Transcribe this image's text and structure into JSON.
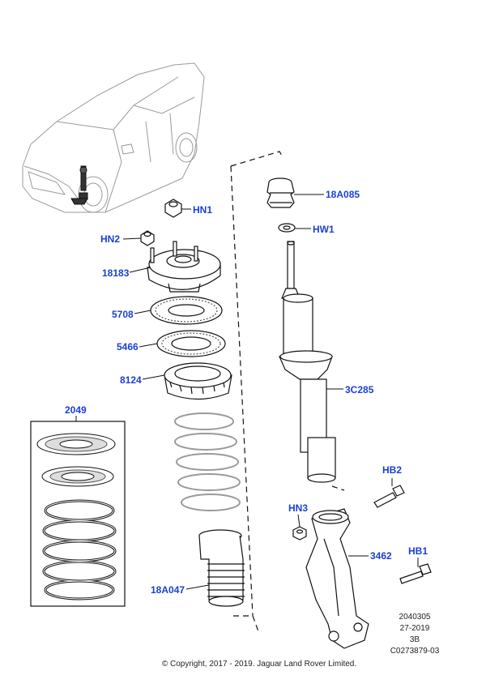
{
  "callouts": {
    "hn1": "HN1",
    "hn2": "HN2",
    "c18183": "18183",
    "c5708": "5708",
    "c5466": "5466",
    "c8124": "8124",
    "c2049": "2049",
    "c18a047": "18A047",
    "c18a085": "18A085",
    "hw1": "HW1",
    "c3c285": "3C285",
    "hb2": "HB2",
    "hn3": "HN3",
    "c3462": "3462",
    "hb1": "HB1"
  },
  "drawing_info": {
    "line1": "2040305",
    "line2": "27-2019",
    "line3": "3B",
    "line4": "C0273879-03"
  },
  "copyright": "© Copyright, 2017 - 2019. Jaguar Land Rover Limited.",
  "colors": {
    "callout": "#1a3fd6",
    "line": "#111111",
    "ghost": "#9a9a9a"
  }
}
